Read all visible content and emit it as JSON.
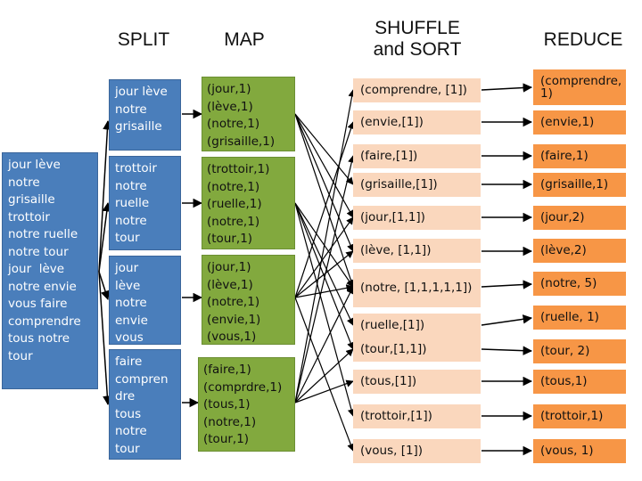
{
  "headers": {
    "split": "SPLIT",
    "map": "MAP",
    "shuffle": [
      "SHUFFLE",
      "and SORT"
    ],
    "reduce": "REDUCE"
  },
  "input": [
    "jour lève",
    "notre",
    "grisaille",
    "trottoir",
    "notre ruelle",
    "notre tour",
    "jour  lève",
    "notre envie",
    "vous faire",
    "comprendre",
    "tous notre",
    "tour"
  ],
  "splits": [
    [
      "jour lève",
      "notre",
      "grisaille"
    ],
    [
      "trottoir",
      "notre",
      "ruelle",
      "notre",
      "tour"
    ],
    [
      "jour",
      "lève",
      "notre",
      "envie",
      "vous"
    ],
    [
      "faire",
      "compren",
      "dre",
      "tous",
      "notre",
      "tour"
    ]
  ],
  "maps": [
    [
      "(jour,1)",
      "(lève,1)",
      "(notre,1)",
      "(grisaille,1)"
    ],
    [
      "(trottoir,1)",
      "(notre,1)",
      "(ruelle,1)",
      "(notre,1)",
      "(tour,1)"
    ],
    [
      "(jour,1)",
      "(lève,1)",
      "(notre,1)",
      "(envie,1)",
      "(vous,1)"
    ],
    [
      "(faire,1)",
      "(comprdre,1)",
      "(tous,1)",
      "(notre,1)",
      "(tour,1)"
    ]
  ],
  "shuffle": [
    "(comprendre, [1])",
    "(envie,[1])",
    "(faire,[1])",
    "(grisaille,[1])",
    "(jour,[1,1])",
    "(lève, [1,1])",
    "(notre, [1,1,1,1,1])",
    "(ruelle,[1])",
    "(tour,[1,1])",
    "(tous,[1])",
    "(trottoir,[1])",
    "(vous, [1])"
  ],
  "reduce": [
    "(comprendre, 1)",
    "(envie,1)",
    "(faire,1)",
    "(grisaille,1)",
    "(jour,2)",
    "(lève,2)",
    "(notre, 5)",
    "(ruelle, 1)",
    "(tour, 2)",
    "(tous,1)",
    "(trottoir,1)",
    "(vous, 1)"
  ],
  "colors": {
    "split_blue": "#4a7ebb",
    "map_green": "#82a93e",
    "shuffle_peach": "#fad7bd",
    "reduce_orange": "#f79646"
  }
}
